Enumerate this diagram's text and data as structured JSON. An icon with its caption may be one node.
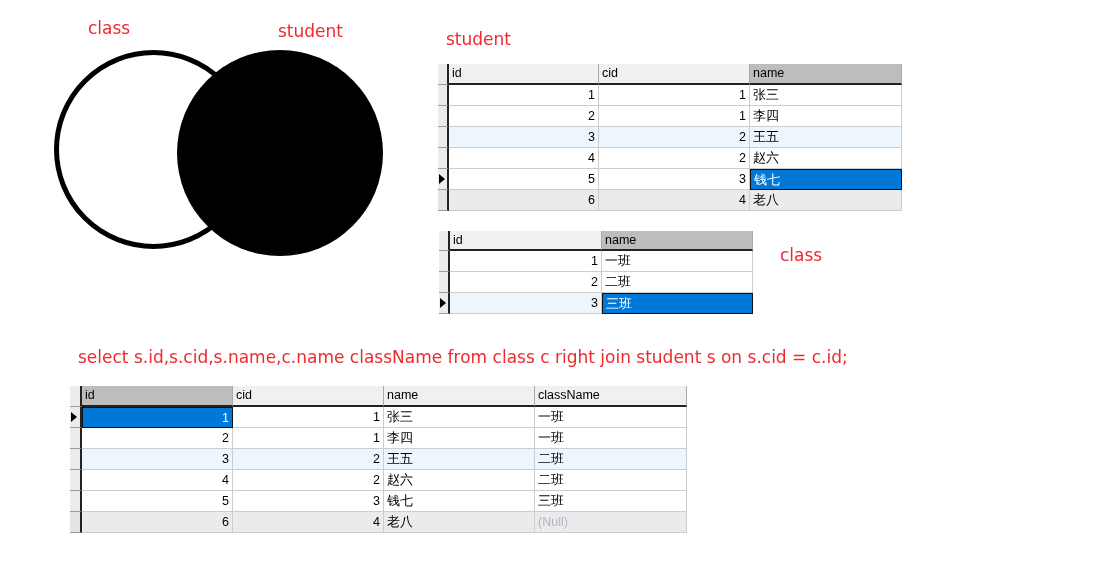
{
  "diagram": {
    "nodes": [
      {
        "text": [
          "class"
        ]
      },
      {
        "text": [
          "student"
        ]
      }
    ],
    "labels": [
      "student",
      "id",
      "cid",
      "name",
      "1",
      "1",
      "张三",
      "2",
      "1",
      "李四",
      "3",
      "2",
      "王五",
      "4",
      "2",
      "赵六",
      "5",
      "3",
      "钱七",
      "6",
      "4",
      "老八",
      "id",
      "name",
      "1",
      "一班",
      "2",
      "二班",
      "3",
      "三班",
      "class",
      "select s.id,s.cid,s.name,c.name className from class c right join student s on s.cid = c.id;",
      "id",
      "cid",
      "name",
      "className",
      "1",
      "1",
      "张三",
      "一班",
      "2",
      "1",
      "李四",
      "一班",
      "3",
      "2",
      "王五",
      "二班",
      "4",
      "2",
      "赵六",
      "二班",
      "5",
      "3",
      "钱七",
      "三班",
      "6",
      "4",
      "老八",
      "(Null)"
    ]
  }
}
